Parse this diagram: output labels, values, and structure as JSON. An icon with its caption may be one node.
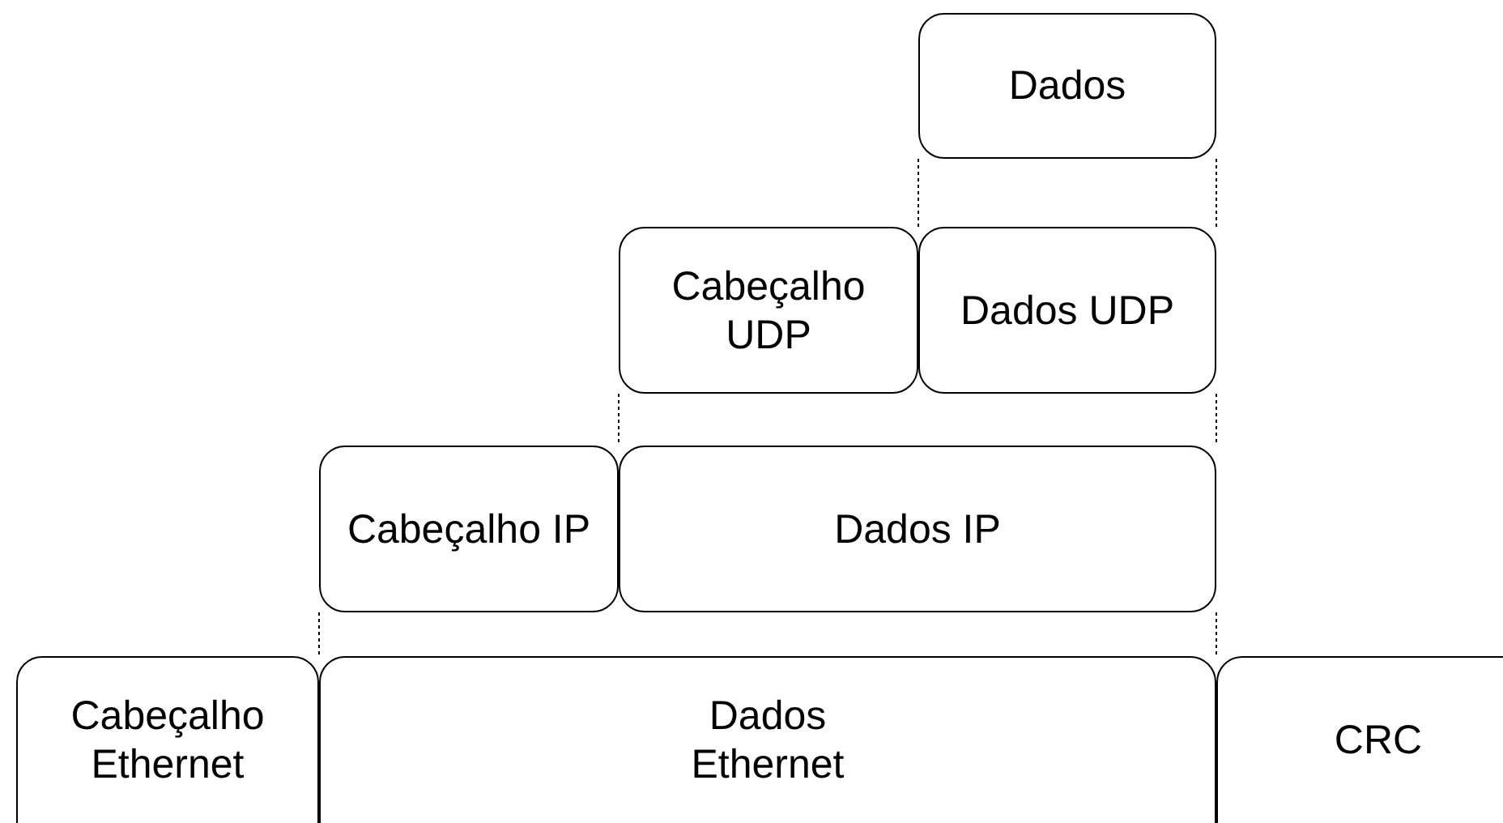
{
  "diagram": {
    "nodes": [
      {
        "text": [
          "Dados"
        ]
      },
      {
        "text": [
          "Cabeçalho UDP"
        ]
      },
      {
        "text": [
          "Dados UDP"
        ]
      },
      {
        "text": [
          "Cabeçalho IP"
        ]
      },
      {
        "text": [
          "Dados IP"
        ]
      },
      {
        "text": [
          "Cabeçalho Ethernet"
        ]
      },
      {
        "text": [
          "Dados Ethernet"
        ]
      },
      {
        "text": [
          "CRC"
        ]
      }
    ],
    "edges": [
      {
        "from": 0,
        "to": 2,
        "arrow": "none",
        "style": "dashed"
      },
      {
        "from": 0,
        "to": 2,
        "arrow": "none",
        "style": "dashed"
      },
      {
        "from": 1,
        "to": 4,
        "arrow": "none",
        "style": "dashed"
      },
      {
        "from": 2,
        "to": 4,
        "arrow": "none",
        "style": "dashed"
      },
      {
        "from": 3,
        "to": 6,
        "arrow": "none",
        "style": "dashed"
      },
      {
        "from": 4,
        "to": 6,
        "arrow": "none",
        "style": "dashed"
      }
    ]
  }
}
